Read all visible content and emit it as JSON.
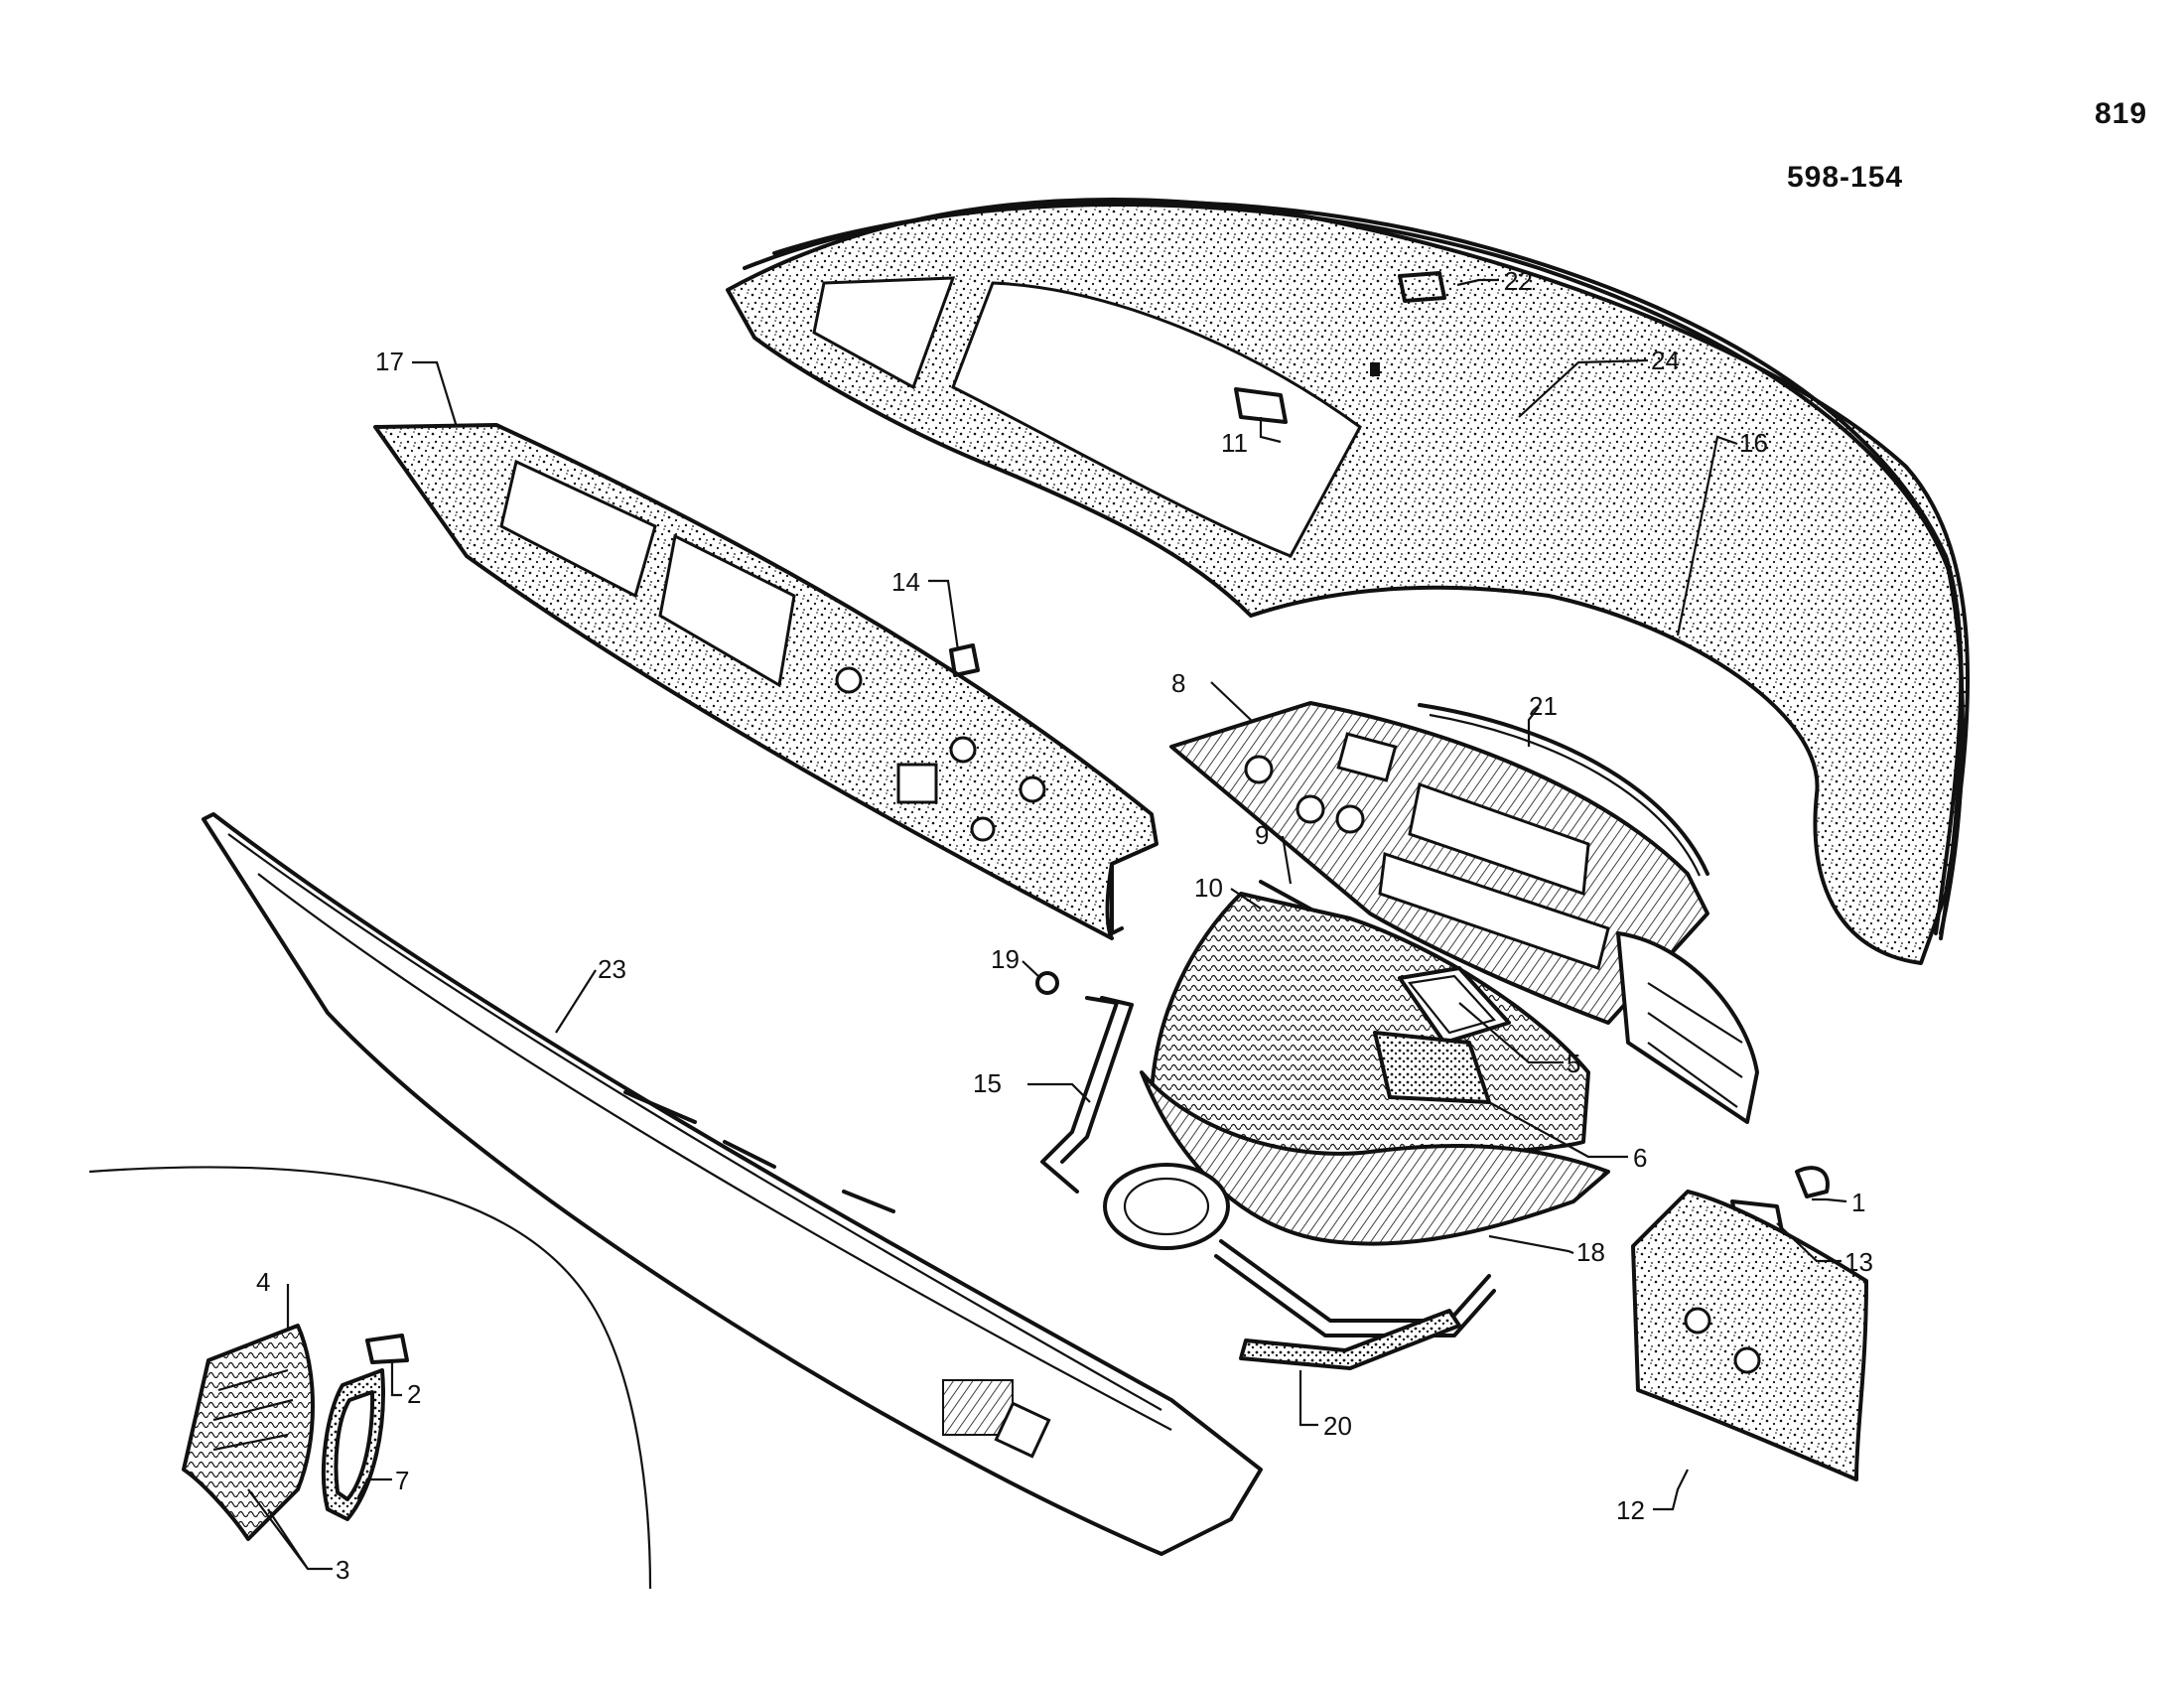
{
  "header": {
    "page_number": "819",
    "reference_code": "598-154"
  },
  "callouts": [
    "1",
    "2",
    "3",
    "4",
    "5",
    "6",
    "7",
    "8",
    "9",
    "10",
    "11",
    "12",
    "13",
    "14",
    "15",
    "16",
    "17",
    "18",
    "19",
    "20",
    "21",
    "22",
    "23",
    "24"
  ],
  "colors": {
    "ink": "#111111",
    "paper": "#ffffff"
  }
}
